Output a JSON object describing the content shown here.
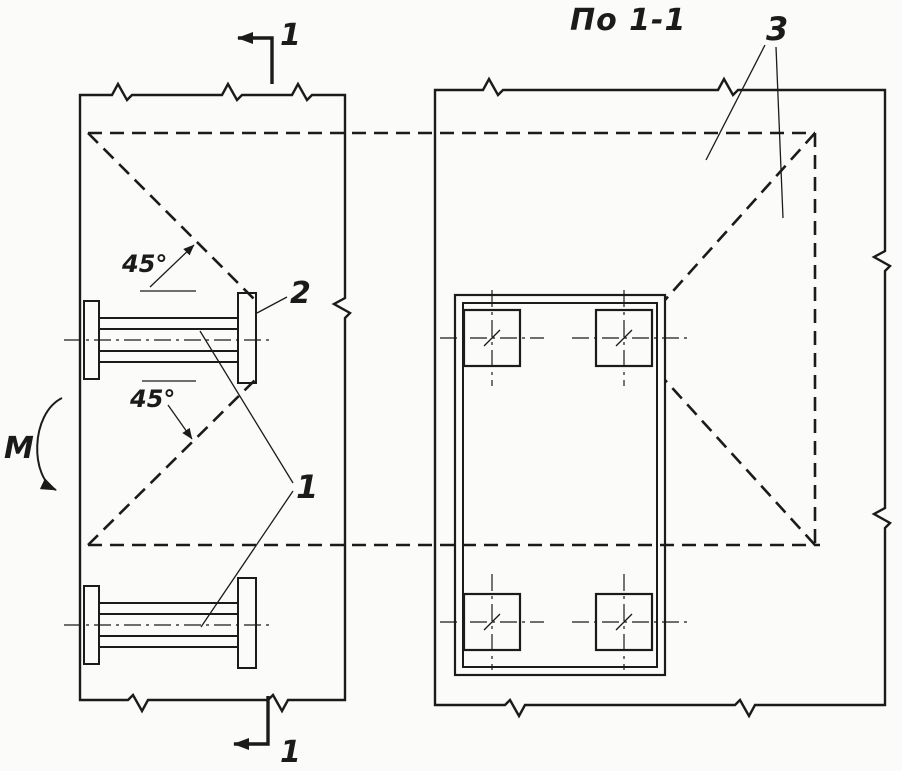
{
  "colors": {
    "ink": "#1b1b1b",
    "paper": "#fbfbf9"
  },
  "section": {
    "title": "По 1-1",
    "callout_spread_lines": "3"
  },
  "elevation": {
    "moment_label": "M",
    "angle_upper_label": "45°",
    "angle_lower_label": "45°",
    "callout_beam": "1",
    "callout_end_plate": "2"
  },
  "cut_marks": {
    "top_label": "1",
    "bottom_label": "1"
  }
}
